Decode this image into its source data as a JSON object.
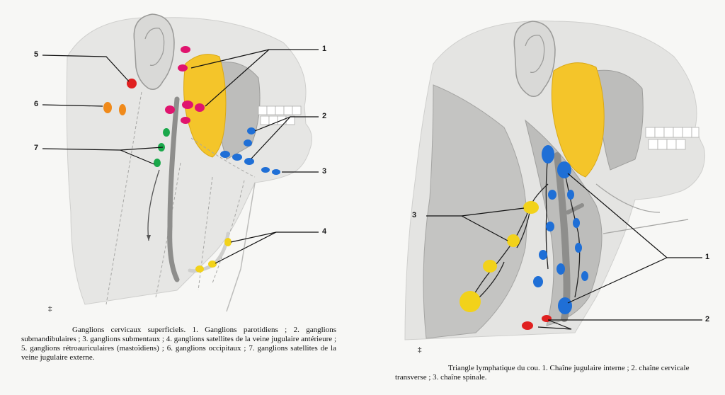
{
  "left_figure": {
    "callouts": [
      "1",
      "2",
      "3",
      "4",
      "5",
      "6",
      "7"
    ],
    "mark": "‡",
    "caption": "Ganglions cervicaux superficiels. 1. Ganglions parotidiens ; 2. ganglions submandibulaires ; 3. ganglions submentaux ; 4. ganglions satellites de la veine jugulaire antérieure ; 5. ganglions rétroauriculaires (mastoïdiens) ; 6. ganglions occipitaux ; 7. ganglions satellites de la veine jugulaire externe."
  },
  "right_figure": {
    "callouts": [
      "1",
      "2",
      "3"
    ],
    "mark": "‡",
    "caption": "Triangle lymphatique du cou. 1. Chaîne jugulaire interne ; 2. chaîne cervicale transverse ; 3. chaîne spinale."
  },
  "colors": {
    "parotid": "#e0146e",
    "submandibular": "#1f6fd6",
    "submental": "#1f6fd6",
    "anterior_jugular": "#f2d21a",
    "retroauricular": "#e02020",
    "occipital": "#f08a1a",
    "external_jugular": "#1aa84a",
    "gland": "#f4c52a",
    "skin": "#e4e4e2",
    "muscle": "#b9b9b7",
    "vessel": "#8e8e8c"
  }
}
